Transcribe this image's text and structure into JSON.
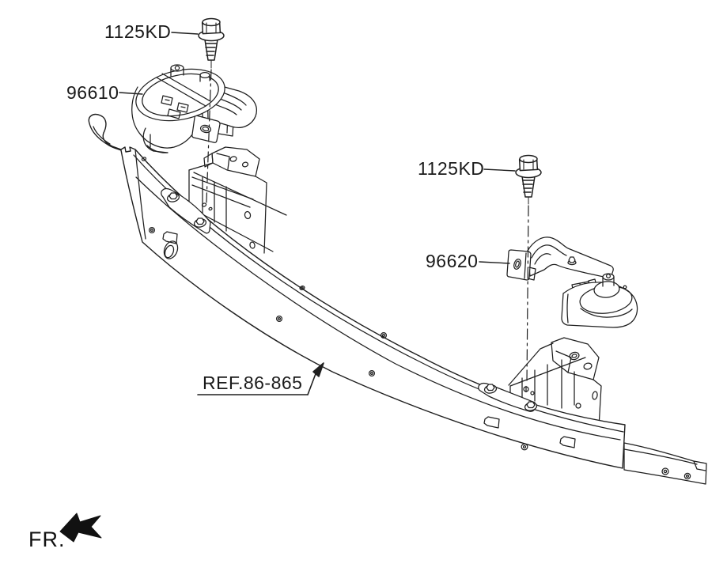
{
  "diagram": {
    "type": "exploded-parts-diagram",
    "subject": "horn-and-bumper-reinforcement",
    "callouts": {
      "bolt_upper": {
        "label": "1125KD"
      },
      "horn_high_pitch": {
        "label": "96610"
      },
      "bolt_lower": {
        "label": "1125KD"
      },
      "horn_low_pitch": {
        "label": "96620"
      },
      "bumper_beam_ref": {
        "label": "REF.86-865"
      },
      "front_marker": {
        "label": "FR."
      }
    },
    "colors": {
      "line": "#1f1f1f",
      "background": "#ffffff",
      "text": "#1a1a1a"
    }
  }
}
